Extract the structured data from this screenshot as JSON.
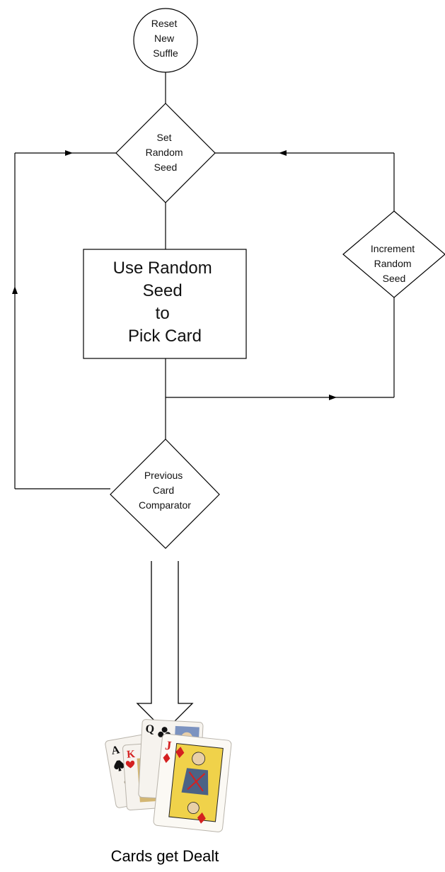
{
  "nodes": {
    "start": {
      "shape": "circle",
      "lines": [
        "Reset",
        "New",
        "Suffle"
      ]
    },
    "set_seed": {
      "shape": "diamond",
      "lines": [
        "Set",
        "Random",
        "Seed"
      ]
    },
    "pick_card": {
      "shape": "rectangle",
      "lines": [
        "Use Random",
        "Seed",
        "to",
        "Pick Card"
      ]
    },
    "increment_seed": {
      "shape": "diamond",
      "lines": [
        "Increment",
        "Random",
        "Seed"
      ]
    },
    "comparator": {
      "shape": "diamond",
      "lines": [
        "Previous",
        "Card",
        "Comparator"
      ]
    }
  },
  "output": {
    "image": "playing-cards-image",
    "cards": [
      "A",
      "K",
      "Q",
      "J"
    ],
    "caption": "Cards get Dealt"
  },
  "colors": {
    "stroke": "#000000",
    "background": "#ffffff",
    "red_suit": "#d42020"
  }
}
